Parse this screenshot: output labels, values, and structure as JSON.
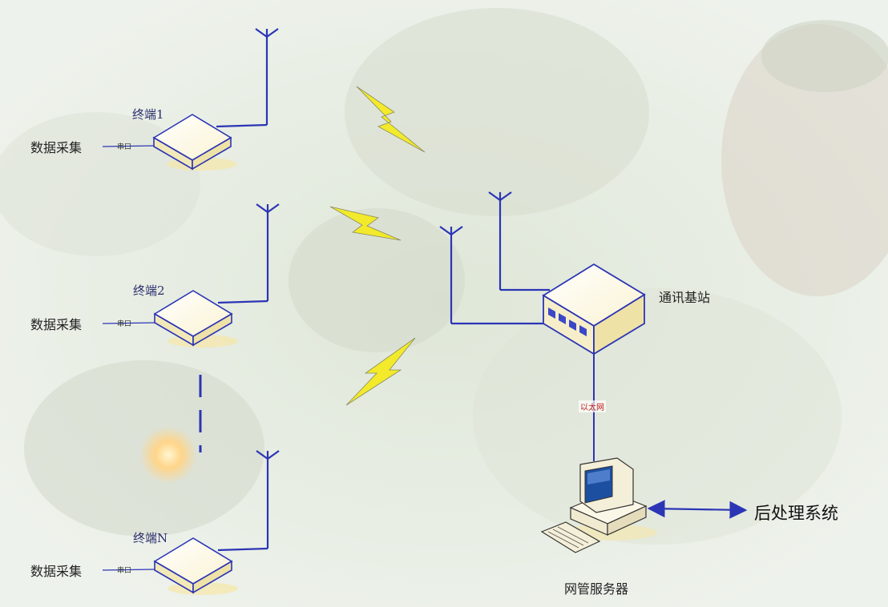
{
  "terminals": [
    {
      "label": "终端1",
      "data_label": "数据采集",
      "port_label": "串口"
    },
    {
      "label": "终端2",
      "data_label": "数据采集",
      "port_label": "串口"
    },
    {
      "label": "终端N",
      "data_label": "数据采集",
      "port_label": "串口"
    }
  ],
  "base_station": {
    "label": "通讯基站"
  },
  "link": {
    "label": "以太网"
  },
  "server": {
    "label": "网管服务器"
  },
  "post_system": {
    "label": "后处理系统"
  },
  "colors": {
    "line": "#2b35b5",
    "lightning": "#f2ea2a",
    "device_top": "#fffbe6",
    "device_side": "#f3e9b8",
    "background": "#e9efe6"
  }
}
